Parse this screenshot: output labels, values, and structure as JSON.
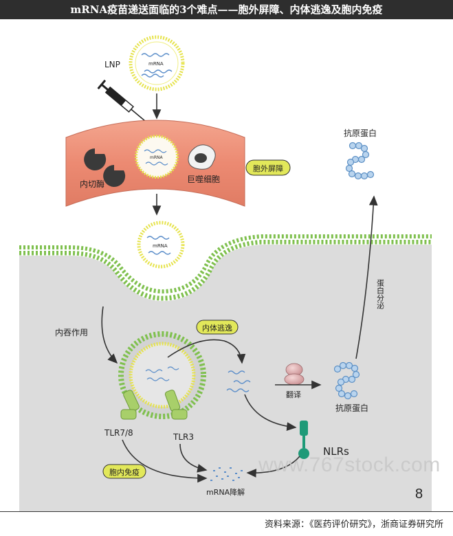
{
  "title": "mRNA疫苗递送面临的3个难点——胞外屏障、内体逃逸及胞内免疫",
  "labels": {
    "lnp": "LNP",
    "mrna": "mRNA",
    "endonuclease": "内切酶",
    "macrophage": "巨噬细胞",
    "extracellular_barrier": "胞外屏障",
    "antigen_protein_top": "抗原蛋白",
    "endocytosis": "内吞作用",
    "endosomal_escape": "内体逃逸",
    "translation": "翻译",
    "antigen_protein_mid": "抗原蛋白",
    "protein_secretion": "蛋白分泌",
    "tlr78": "TLR7/8",
    "tlr3": "TLR3",
    "nlrs": "NLRs",
    "intracellular_immunity": "胞内免疫",
    "mrna_degradation": "mRNA降解"
  },
  "slide_number": "8",
  "watermark": "www.767stock.com",
  "source": "资料来源：《医药评价研究》，浙商证券研究所",
  "colors": {
    "lipid_yellow": "#e4e24a",
    "lipid_green": "#7fc04e",
    "tissue_salmon": "#ec8a72",
    "cell_gray": "#dcdcdc",
    "badge_yellow": "#e2e85a",
    "protein_blue": "#6aa3d6",
    "tlr_green": "#a8cf6a"
  }
}
